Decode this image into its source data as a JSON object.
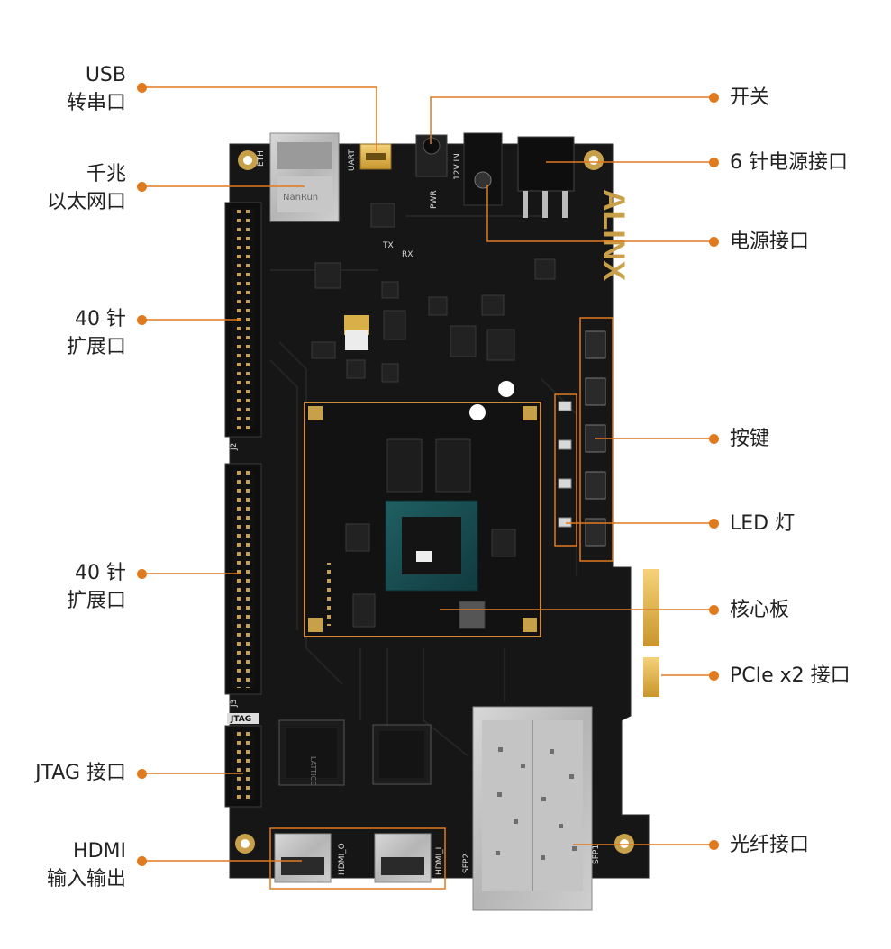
{
  "brand": "ALINX",
  "board_silkscreen": {
    "eth": "ETH",
    "uart": "UART",
    "pwr": "PWR",
    "power_in": "12V IN",
    "jtag": "JTAG",
    "hdmi_o": "HDMI_O",
    "hdmi_i": "HDMI_I",
    "sfp1": "SFP1",
    "sfp2": "SFP2",
    "tx": "TX",
    "rx": "RX",
    "ethernet_jack": "NanRun",
    "cpld": "LATTICE",
    "j2": "J2",
    "j3": "J3"
  },
  "left_labels": [
    {
      "line1": "USB",
      "line2": "转串口"
    },
    {
      "line1": "千兆",
      "line2": "以太网口"
    },
    {
      "line1": "40 针",
      "line2": "扩展口"
    },
    {
      "line1": "40 针",
      "line2": "扩展口"
    },
    {
      "line1": "JTAG 接口",
      "line2": ""
    },
    {
      "line1": "HDMI",
      "line2": "输入输出"
    }
  ],
  "right_labels": [
    {
      "text": "开关"
    },
    {
      "text": "6 针电源接口"
    },
    {
      "text": "电源接口"
    },
    {
      "text": "按键"
    },
    {
      "text": "LED 灯"
    },
    {
      "text": "核心板"
    },
    {
      "text": "PCIe x2 接口"
    },
    {
      "text": "光纤接口"
    }
  ],
  "colors": {
    "leader": "#e07a1f",
    "pcb": "#141414",
    "text": "#222222"
  }
}
